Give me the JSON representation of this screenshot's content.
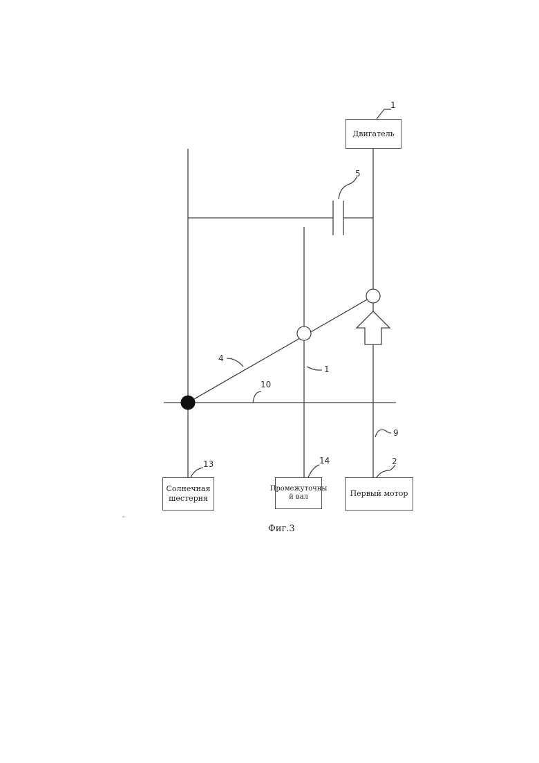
{
  "boxes": {
    "engine": "Двигатель",
    "sun_gear_line1": "Солнечная",
    "sun_gear_line2": "шестерня",
    "intermediate_shaft_line1": "Промежуточны",
    "intermediate_shaft_line2": "й вал",
    "first_motor": "Первый мотор"
  },
  "refs": {
    "engine": "1",
    "clutch": "5",
    "lever": "4",
    "axis": "10",
    "shaft_line": "1",
    "motor_line": "9",
    "sun_gear": "13",
    "intermediate": "14",
    "first_motor": "2"
  },
  "caption": "Фиг.3",
  "stray_mark": "\""
}
